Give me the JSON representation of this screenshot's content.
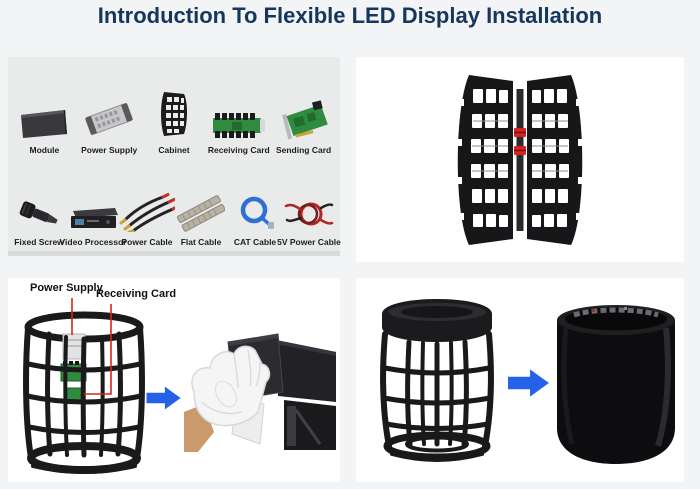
{
  "title": {
    "text": "Introduction To Flexible LED Display Installation"
  },
  "parts": {
    "row1": [
      {
        "label": "Module"
      },
      {
        "label": "Power Supply"
      },
      {
        "label": "Cabinet"
      },
      {
        "label": "Receiving Card"
      },
      {
        "label": "Sending Card"
      }
    ],
    "row2": [
      {
        "label": "Fixed Screw"
      },
      {
        "label": "Video Processor"
      },
      {
        "label": "Power Cable"
      },
      {
        "label": "Flat Cable"
      },
      {
        "label": "CAT Cable"
      },
      {
        "label": "5V Power Cable"
      }
    ]
  },
  "install": {
    "power_supply_label": "Power Supply",
    "receiving_card_label": "Receiving Card"
  },
  "colors": {
    "title_navy": "#16375d",
    "page_bg": "#f3f4f5",
    "panel_gray": "#e9eaea",
    "arrow_blue": "#2562e9",
    "accent_red": "#d7231f",
    "pcb_green": "#2f8c3e",
    "cable_blue": "#2f6fd6",
    "frame_black": "#1a1a1c"
  }
}
